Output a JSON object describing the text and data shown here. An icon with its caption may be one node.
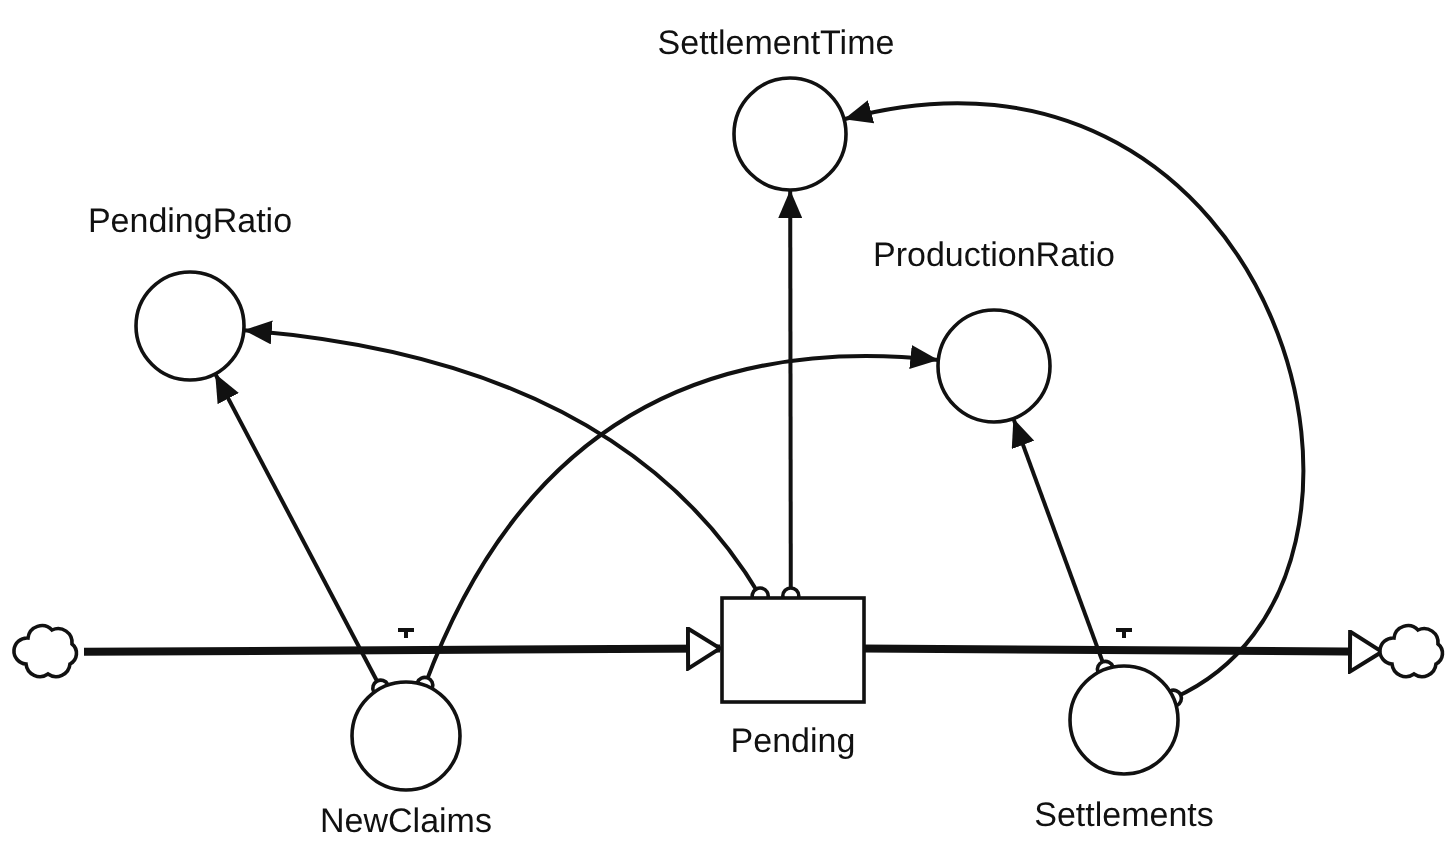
{
  "diagram": {
    "nodes": [
      {
        "text": [
          "PendingRatio"
        ]
      },
      {
        "text": [
          "SettlementTime"
        ]
      },
      {
        "text": [
          "ProductionRatio"
        ]
      },
      {
        "text": [],
        "shape": "cloud"
      },
      {
        "text": [
          "NewClaims"
        ]
      },
      {
        "text": [
          "Pending"
        ]
      },
      {
        "text": [
          "Settlements"
        ]
      },
      {
        "text": [],
        "shape": "cloud"
      }
    ],
    "edges": [
      {
        "from": 3,
        "to": 5,
        "arrow": "to",
        "style": "thick"
      },
      {
        "from": 5,
        "to": 7,
        "arrow": "to",
        "style": "thick"
      },
      {
        "from": 4,
        "to": 0,
        "arrow": "to"
      },
      {
        "from": 4,
        "to": 2,
        "arrow": "to"
      },
      {
        "from": 5,
        "to": 0,
        "arrow": "to"
      },
      {
        "from": 5,
        "to": 1,
        "arrow": "to"
      },
      {
        "from": 6,
        "to": 2,
        "arrow": "to"
      },
      {
        "from": 6,
        "to": 1,
        "arrow": "to"
      }
    ]
  }
}
